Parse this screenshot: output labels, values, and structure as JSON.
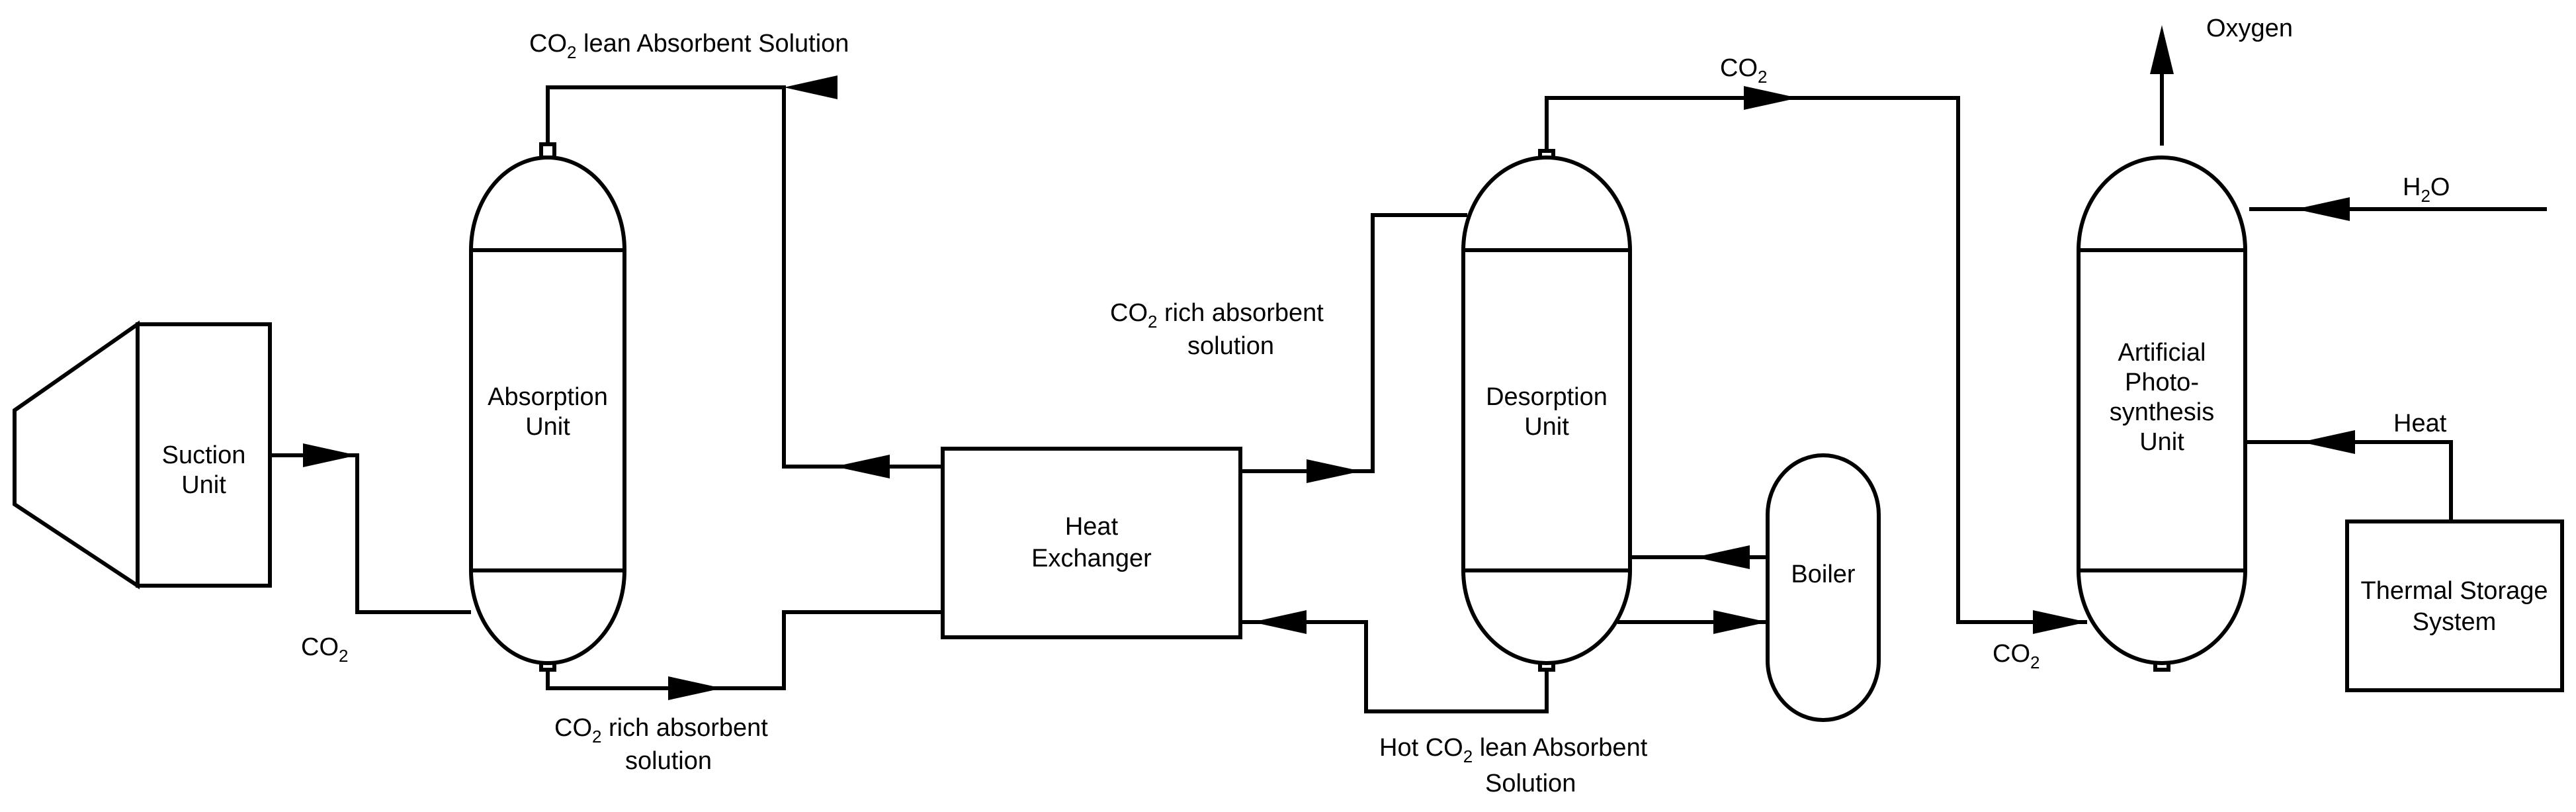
{
  "units": {
    "suction": [
      "Suction",
      "Unit"
    ],
    "absorption": [
      "Absorption",
      "Unit"
    ],
    "heat_exchanger": [
      "Heat",
      "Exchanger"
    ],
    "desorption": [
      "Desorption",
      "Unit"
    ],
    "boiler": "Boiler",
    "photosynthesis": [
      "Artificial",
      "Photo-",
      "synthesis",
      "Unit"
    ],
    "thermal_storage": [
      "Thermal Storage",
      "System"
    ]
  },
  "streams": {
    "co2_prefix": "CO",
    "co2_subscript": "2",
    "lean_top": " lean Absorbent Solution",
    "rich_top_line1": " rich absorbent",
    "rich_top_line2": "solution",
    "rich_bottom_line1": " rich absorbent",
    "rich_bottom_line2": "solution",
    "hot_lean_prefix": "Hot CO",
    "hot_lean_line1": " lean Absorbent",
    "hot_lean_line2": "Solution",
    "oxygen": "Oxygen",
    "water_prefix": "H",
    "water_suffix": "O",
    "heat": "Heat"
  }
}
